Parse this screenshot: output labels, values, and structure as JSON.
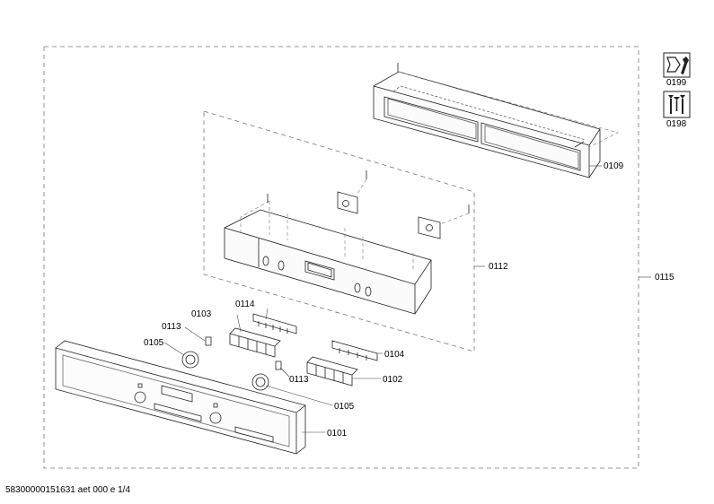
{
  "parts": {
    "p0101": "0101",
    "p0102": "0102",
    "p0103": "0103",
    "p0104": "0104",
    "p0105a": "0105",
    "p0105b": "0105",
    "p0109": "0109",
    "p0112": "0112",
    "p0113a": "0113",
    "p0113b": "0113",
    "p0114": "0114",
    "p0115": "0115",
    "p0198": "0198",
    "p0199": "0199"
  },
  "footer": "58300000151631 aet 000 e 1/4",
  "icons": {
    "service_icon": "wrench-icon",
    "screws_icon": "screws-icon"
  }
}
